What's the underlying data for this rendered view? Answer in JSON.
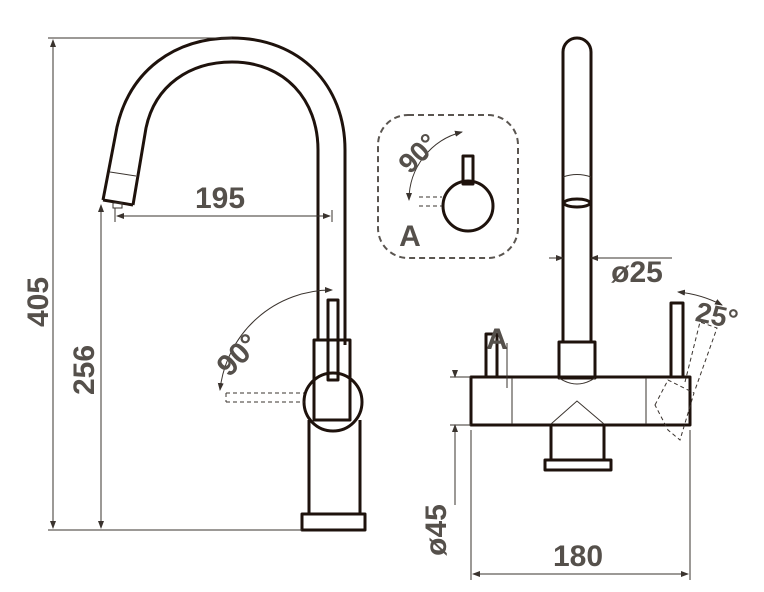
{
  "dimensions": {
    "total_height": "405",
    "spout_height": "256",
    "spout_reach": "195",
    "handle_rotation_side": "90°",
    "spout_diameter": "ø25",
    "lever_tilt": "25°",
    "body_diameter": "ø45",
    "body_width": "180",
    "detail_rotation": "90°",
    "detail_label": "A",
    "section_marker": "A"
  },
  "colors": {
    "line": "#1e120c",
    "text": "#55504b"
  }
}
